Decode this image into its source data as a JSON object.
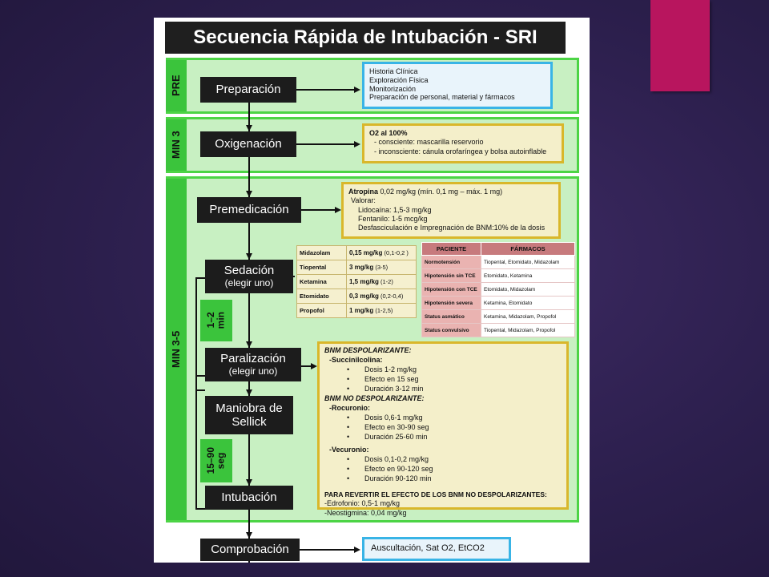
{
  "title": "Secuencia Rápida de Intubación - SRI",
  "phases": {
    "pre": "PRE",
    "min3": "MIN 3",
    "min35": "MIN 3-5"
  },
  "steps": {
    "preparacion": "Preparación",
    "oxigenacion": "Oxigenación",
    "premedicacion": "Premedicación",
    "sedacion": "Sedación",
    "sedacion_sub": "(elegir uno)",
    "paralizacion": "Paralización",
    "paralizacion_sub": "(elegir uno)",
    "sellick_1": "Maniobra de",
    "sellick_2": "Sellick",
    "intubacion": "Intubación",
    "comprobacion": "Comprobación"
  },
  "timers": {
    "t1_line1": "1–2",
    "t1_line2": "min",
    "t2_line1": "15–90",
    "t2_line2": "seg"
  },
  "preparacion_box": [
    "Historia Clínica",
    "Exploración Física",
    "Monitorización",
    "Preparación de personal, material y fármacos"
  ],
  "oxigenacion_box": {
    "title": "O2 al 100%",
    "items": [
      "- consciente: mascarilla reservorio",
      "- inconsciente: cánula orofaríngea y  bolsa autoinflable"
    ]
  },
  "premedicacion_box": {
    "atropina_name": "Atropina",
    "atropina_dose": "0,02 mg/kg (mín. 0,1 mg – máx. 1 mg)",
    "valorar": "Valorar:",
    "lidocaina": "Lidocaína: 1,5-3 mg/kg",
    "fentanilo": "Fentanilo: 1-5 mcg/kg",
    "desfas": "Desfasciculación e Impregnación de BNM:10% de la dosis"
  },
  "sedation_doses": [
    {
      "drug": "Midazolam",
      "dose": "0,15 mg/kg",
      "range": "(0,1-0,2 )"
    },
    {
      "drug": "Tiopental",
      "dose": "3 mg/kg",
      "range": "(3-5)"
    },
    {
      "drug": "Ketamina",
      "dose": "1,5 mg/kg",
      "range": "(1-2)"
    },
    {
      "drug": "Etomidato",
      "dose": "0,3 mg/kg",
      "range": "(0,2-0,4)"
    },
    {
      "drug": "Propofol",
      "dose": "1 mg/kg",
      "range": "(1-2,5)"
    }
  ],
  "patient_table": {
    "headers": [
      "PACIENTE",
      "FÁRMACOS"
    ],
    "rows": [
      {
        "patient": "Normotensión",
        "drugs": "Tiopental, Etomidato, Midazolam"
      },
      {
        "patient": "Hipotensión sin TCE",
        "drugs": "Etomidato, Ketamina"
      },
      {
        "patient": "Hipotensión con TCE",
        "drugs": "Etomidato, Midazolam"
      },
      {
        "patient": "Hipotensión severa",
        "drugs": "Ketamina, Etomidato"
      },
      {
        "patient": "Status asmático",
        "drugs": "Ketamina, Midazolam, Propofol"
      },
      {
        "patient": "Status convulsivo",
        "drugs": "Tiopental, Midazolam, Propofol"
      }
    ]
  },
  "bnm_box": {
    "despol_title": "BNM DESPOLARIZANTE:",
    "succ": "-Succinilcolina:",
    "succ_items": [
      "Dosis 1-2 mg/kg",
      "Efecto en 15 seg",
      "Duración 3-12 min"
    ],
    "nodespol_title": "BNM NO DESPOLARIZANTE:",
    "rocu": "-Rocuronio:",
    "rocu_items": [
      "Dosis 0,6-1 mg/kg",
      "Efecto en 30-90 seg",
      "Duración 25-60 min"
    ],
    "vecu": "-Vecuronio:",
    "vecu_items": [
      "Dosis 0,1-0,2 mg/kg",
      "Efecto en 90-120 seg",
      "Duración 90-120 min"
    ],
    "revert_title": "PARA REVERTIR EL EFECTO DE LOS BNM NO DESPOLARIZANTES:",
    "edro": "-Edrofonio: 0,5-1 mg/kg",
    "neo": "-Neostigmina: 0,04 mg/kg"
  },
  "comprobacion_box": "Auscultación, Sat O2, EtCO2",
  "colors": {
    "background": "#2c1f4d",
    "accent_pink": "#b8155e",
    "phase_green": "#3bc43c",
    "phase_fill": "#c8f0c2",
    "info_border": "#d9b72b",
    "blue_border": "#39b4e6"
  }
}
